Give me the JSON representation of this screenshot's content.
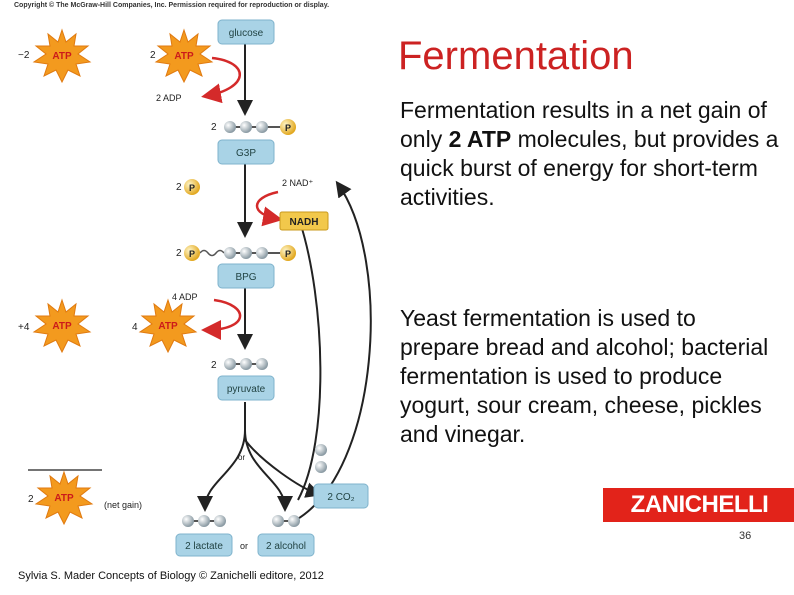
{
  "copyright": "Copyright © The McGraw-Hill Companies, Inc. Permission required for reproduction or display.",
  "slide": {
    "title": "Fermentation",
    "para1": {
      "before": "Fermentation results in a net gain of only ",
      "bold": "2 ATP",
      "after": " molecules, but provides a quick burst of energy for short-term activities."
    },
    "para2": "Yeast fermentation is used to prepare bread and alcohol; bacterial fermentation is used to produce yogurt, sour cream, cheese, pickles and vinegar.",
    "logo": "ZANICHELLI",
    "page_number": "36",
    "credit": "Sylvia S. Mader Concepts of Biology © Zanichelli editore, 2012"
  },
  "diagram": {
    "glucose": "glucose",
    "g3p": "G3P",
    "bpg": "BPG",
    "pyruvate": "pyruvate",
    "lactate": "2 lactate",
    "alcohol": "2 alcohol",
    "or_mid": "or",
    "or_bottom": "or",
    "co2": "2 CO₂",
    "adp2": "2 ADP",
    "adp4": "4 ADP",
    "nad": "2 NAD⁺",
    "nadh": "NADH",
    "atp": "ATP",
    "p": "P",
    "net_gain": "(net gain)",
    "minus2": "−2",
    "plus4": "+4",
    "two": "2",
    "four": "4",
    "colors": {
      "atp_star": "#f39a1e",
      "atp_text": "#cc1a1a",
      "box_blue": "#a9d3e6",
      "arrow_red": "#d42a2a",
      "phosphate": "#f2c84b",
      "title_red": "#cc2222",
      "logo_red": "#e2231a"
    }
  }
}
